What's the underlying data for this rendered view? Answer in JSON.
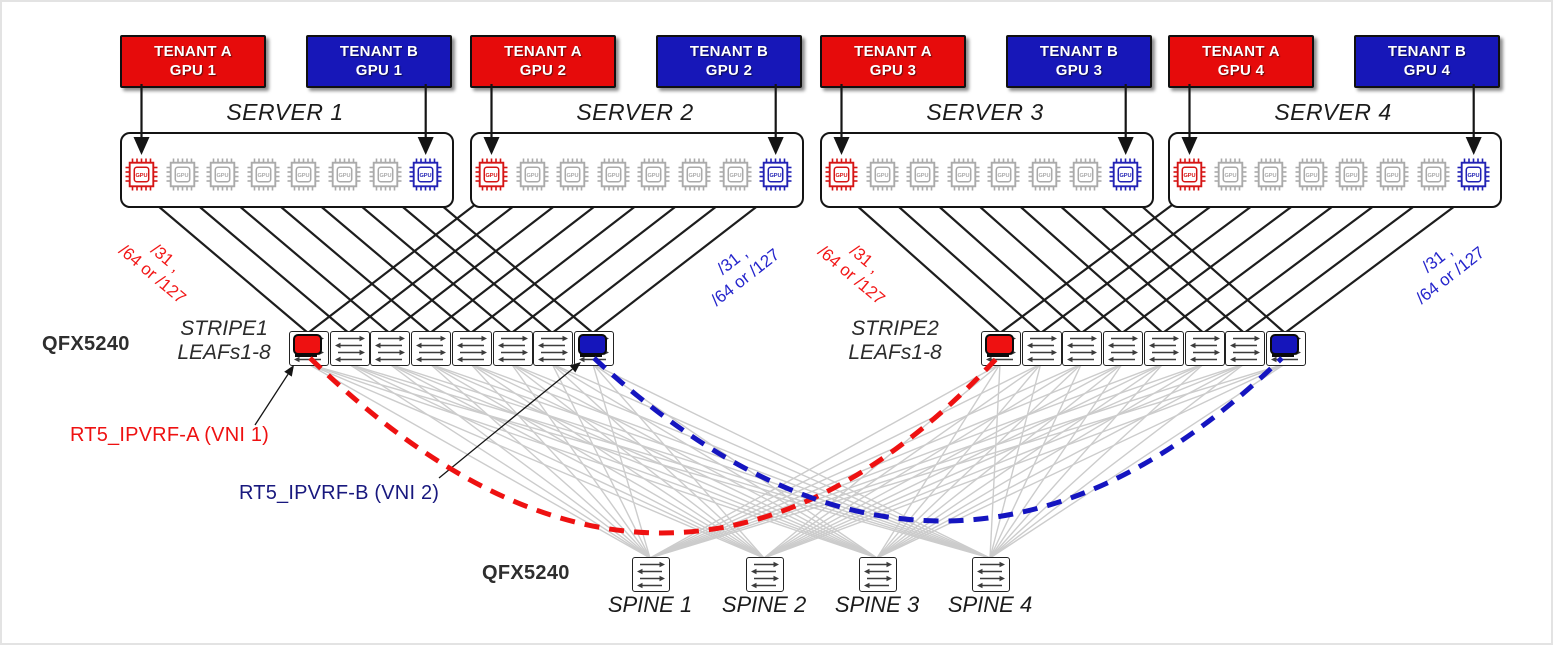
{
  "tenants": [
    {
      "line1": "TENANT A",
      "line2": "GPU 1",
      "tenant": "A"
    },
    {
      "line1": "TENANT B",
      "line2": "GPU 1",
      "tenant": "B"
    },
    {
      "line1": "TENANT A",
      "line2": "GPU 2",
      "tenant": "A"
    },
    {
      "line1": "TENANT B",
      "line2": "GPU 2",
      "tenant": "B"
    },
    {
      "line1": "TENANT A",
      "line2": "GPU 3",
      "tenant": "A"
    },
    {
      "line1": "TENANT B",
      "line2": "GPU 3",
      "tenant": "B"
    },
    {
      "line1": "TENANT A",
      "line2": "GPU 4",
      "tenant": "A"
    },
    {
      "line1": "TENANT B",
      "line2": "GPU 4",
      "tenant": "B"
    }
  ],
  "servers": [
    {
      "label": "SERVER 1"
    },
    {
      "label": "SERVER 2"
    },
    {
      "label": "SERVER 3"
    },
    {
      "label": "SERVER 4"
    }
  ],
  "gpu_chip_label": "GPU",
  "gpu_slots_per_server": [
    "A",
    "",
    "",
    "",
    "",
    "",
    "",
    "B"
  ],
  "leaf_section": {
    "device_label": "QFX5240",
    "stripes": [
      {
        "line1": "STRIPE1",
        "line2": "LEAFs1-8",
        "leaf_count": 8
      },
      {
        "line1": "STRIPE2",
        "line2": "LEAFs1-8",
        "leaf_count": 8
      }
    ]
  },
  "spine_section": {
    "device_label": "QFX5240",
    "spines": [
      {
        "label": "SPINE 1"
      },
      {
        "label": "SPINE 2"
      },
      {
        "label": "SPINE 3"
      },
      {
        "label": "SPINE 4"
      }
    ]
  },
  "annotations": {
    "vrf_a": "RT5_IPVRF-A (VNI 1)",
    "vrf_b": "RT5_IPVRF-B (VNI 2)",
    "link_labels": [
      {
        "line1": "/31 ,",
        "line2": "/64 or /127",
        "tenant": "A"
      },
      {
        "line1": "/31 ,",
        "line2": "/64 or /127",
        "tenant": "B"
      },
      {
        "line1": "/31 ,",
        "line2": "/64 or /127",
        "tenant": "A"
      },
      {
        "line1": "/31 ,",
        "line2": "/64 or /127",
        "tenant": "B"
      }
    ]
  },
  "icons": {
    "switch": "switch-arrows-icon",
    "gpu": "gpu-chip-icon",
    "vrf_a_terminal": "vrf-a-terminal-icon",
    "vrf_b_terminal": "vrf-b-terminal-icon"
  },
  "colors": {
    "tenant_a_fill": "#e60b0b",
    "tenant_b_fill": "#1717b8",
    "vrf_a_text": "#ee1111",
    "vrf_b_text": "#18187e",
    "vrf_a_dash": "#ee1111",
    "vrf_b_dash": "#1515c0",
    "link_label_a": "#f21818",
    "link_label_b": "#2525cc",
    "chip_a": "#d51414",
    "chip_b": "#2121b4",
    "chip_gray": "#aaaaaa",
    "wire_black": "#1d1d1d",
    "wire_gray": "#cccccc"
  }
}
